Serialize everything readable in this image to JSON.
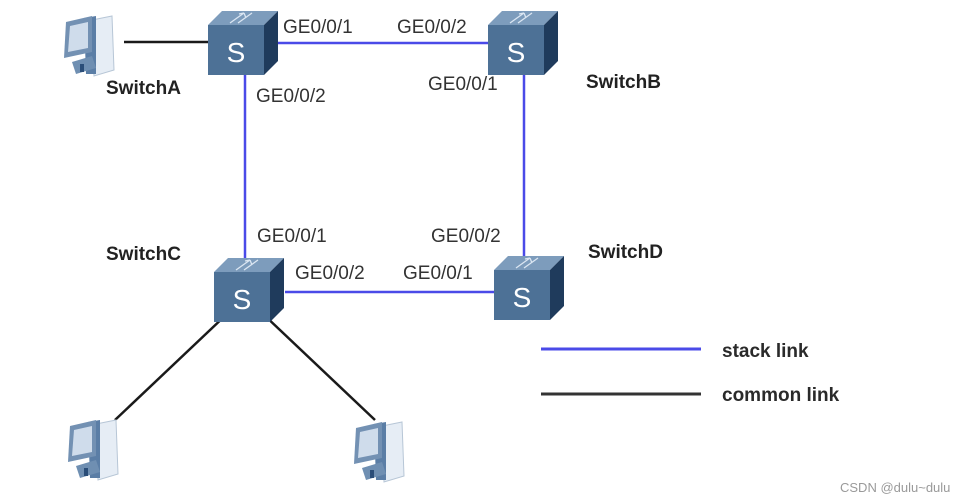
{
  "diagram": {
    "type": "network-topology",
    "switches": [
      {
        "id": "A",
        "name": "SwitchA",
        "glyph": "S"
      },
      {
        "id": "B",
        "name": "SwitchB",
        "glyph": "S"
      },
      {
        "id": "C",
        "name": "SwitchC",
        "glyph": "S"
      },
      {
        "id": "D",
        "name": "SwitchD",
        "glyph": "S"
      }
    ],
    "hosts": [
      {
        "id": "pc-a",
        "icon": "pc-icon",
        "connected_to": "A"
      },
      {
        "id": "pc-c1",
        "icon": "pc-icon",
        "connected_to": "C"
      },
      {
        "id": "pc-c2",
        "icon": "pc-icon",
        "connected_to": "C"
      }
    ],
    "stack_links": [
      {
        "from": "A",
        "from_port": "GE0/0/1",
        "to": "B",
        "to_port": "GE0/0/2"
      },
      {
        "from": "B",
        "from_port": "GE0/0/1",
        "to": "D",
        "to_port": "GE0/0/2"
      },
      {
        "from": "D",
        "from_port": "GE0/0/1",
        "to": "C",
        "to_port": "GE0/0/2"
      },
      {
        "from": "C",
        "from_port": "GE0/0/1",
        "to": "A",
        "to_port": "GE0/0/2"
      }
    ],
    "ports": {
      "a_right": "GE0/0/1",
      "a_down": "GE0/0/2",
      "b_left": "GE0/0/2",
      "b_down": "GE0/0/1",
      "c_up": "GE0/0/1",
      "c_right": "GE0/0/2",
      "d_left": "GE0/0/1",
      "d_up": "GE0/0/2"
    },
    "colors": {
      "stack_link": "#4a4ae8",
      "common_link": "#1a1a1a",
      "switch_front": "#4d7196",
      "switch_top": "#7d9cbc",
      "switch_side": "#1f3b5c"
    }
  },
  "legend": {
    "stack_label": "stack link",
    "common_label": "common link"
  },
  "watermark": "CSDN @dulu~dulu"
}
